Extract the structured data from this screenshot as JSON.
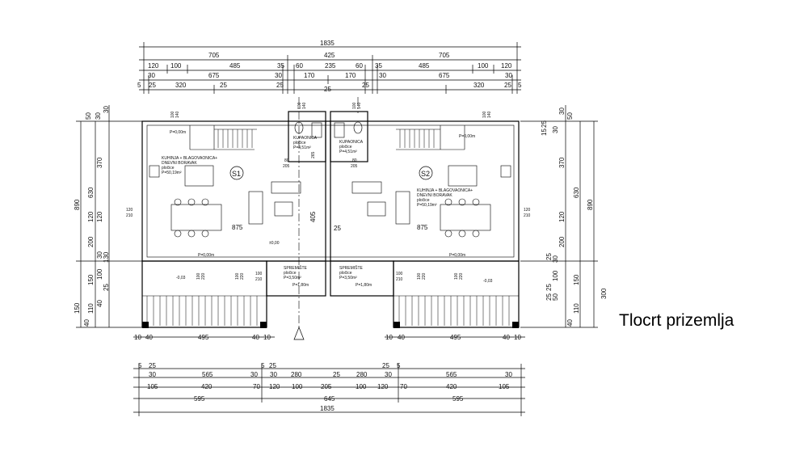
{
  "title": "Tlocrt prizemlja",
  "top_dims": {
    "r1": [
      "1835"
    ],
    "r2": [
      "705",
      "425",
      "705"
    ],
    "r3": [
      "120",
      "100",
      "485",
      "35",
      "60",
      "235",
      "60",
      "35",
      "485",
      "100",
      "120"
    ],
    "r4": [
      "30",
      "675",
      "30",
      "170",
      "170",
      "30",
      "675",
      "30"
    ],
    "r5": [
      "5",
      "25",
      "320",
      "25",
      "25",
      "25",
      "25",
      "320",
      "25",
      "5"
    ]
  },
  "bottom_dims": {
    "r1": [
      "5",
      "25",
      "5",
      "25",
      "25",
      "5"
    ],
    "r2": [
      "30",
      "565",
      "30",
      "30",
      "280",
      "25",
      "280",
      "30",
      "565",
      "30"
    ],
    "r3": [
      "105",
      "420",
      "70",
      "120",
      "100",
      "205",
      "100",
      "120",
      "70",
      "420",
      "105"
    ],
    "r4": [
      "595",
      "645",
      "595"
    ],
    "r5": [
      "1835"
    ]
  },
  "terrace_dims": [
    "10",
    "40",
    "495",
    "40",
    "10",
    "10",
    "40",
    "495",
    "40",
    "10"
  ],
  "left_dims": {
    "outer": [
      "890",
      "150"
    ],
    "mid": [
      "630",
      "120",
      "200",
      "150",
      "110"
    ],
    "inner": [
      "50",
      "30",
      "30",
      "370",
      "120",
      "30",
      "130",
      "100",
      "25",
      "40",
      "40"
    ]
  },
  "right_dims": {
    "outer": [
      "890",
      "300"
    ],
    "mid": [
      "370",
      "630",
      "120",
      "200",
      "150",
      "110"
    ],
    "inner": [
      "30",
      "50",
      "25",
      "30",
      "15",
      "30",
      "25",
      "25",
      "100",
      "25",
      "50",
      "40"
    ]
  },
  "rooms": {
    "living_left": [
      "KUHINJA + BLAGOVAONICA+",
      "DNEVNI BORAVAK",
      "pločice",
      "P=50,19m²"
    ],
    "living_right": [
      "KUHINJA + BLAGOVAONICA+",
      "DNEVNI BORAVAK",
      "pločice",
      "P=50,19m²"
    ],
    "bath_left": [
      "KUPAONICA",
      "pločice",
      "P=4,51m²"
    ],
    "bath_right": [
      "KUPAONICA",
      "pločice",
      "P=4,51m²"
    ],
    "storage_left": [
      "SPREMIŠTE",
      "pločice",
      "P=3,50m²"
    ],
    "storage_right": [
      "SPREMIŠTE",
      "pločice",
      "P=3,50m²"
    ]
  },
  "unit_labels": [
    "S1",
    "S2"
  ],
  "inner_labels": {
    "w875_l": "875",
    "w875_r": "875",
    "w405": "405",
    "w265": "265",
    "w25": "25",
    "d80_l": "80",
    "d205_l": "205",
    "d80_r": "80",
    "d205_r": "205",
    "w120_210_l": [
      "120",
      "210"
    ],
    "w120_210_r": [
      "120",
      "210"
    ],
    "d100_210_l": [
      "100",
      "210"
    ],
    "d100_210_r": [
      "100",
      "210"
    ],
    "w100_220": [
      "100",
      "220"
    ],
    "w100_220_b": [
      "100",
      "220"
    ],
    "w100_220_c": [
      "100",
      "220"
    ],
    "w100_220_d": [
      "100",
      "220"
    ],
    "top_100_140": [
      "100",
      "140"
    ],
    "top_100_140_r": [
      "100",
      "140"
    ],
    "top_100_140_m": [
      "100",
      "140"
    ],
    "top_100_140_mr": [
      "100",
      "140"
    ]
  },
  "levels": {
    "p000": "P=0,00m",
    "p000_r": "P=0,00m",
    "p000_t": "P=0,00m",
    "p000_tr": "P=0,00m",
    "p000_mid": "±0,00",
    "m003_l": "-0,03",
    "m003_r": "-0,03",
    "p180_l": "P=1,80m",
    "p180_r": "P=1,80m"
  }
}
